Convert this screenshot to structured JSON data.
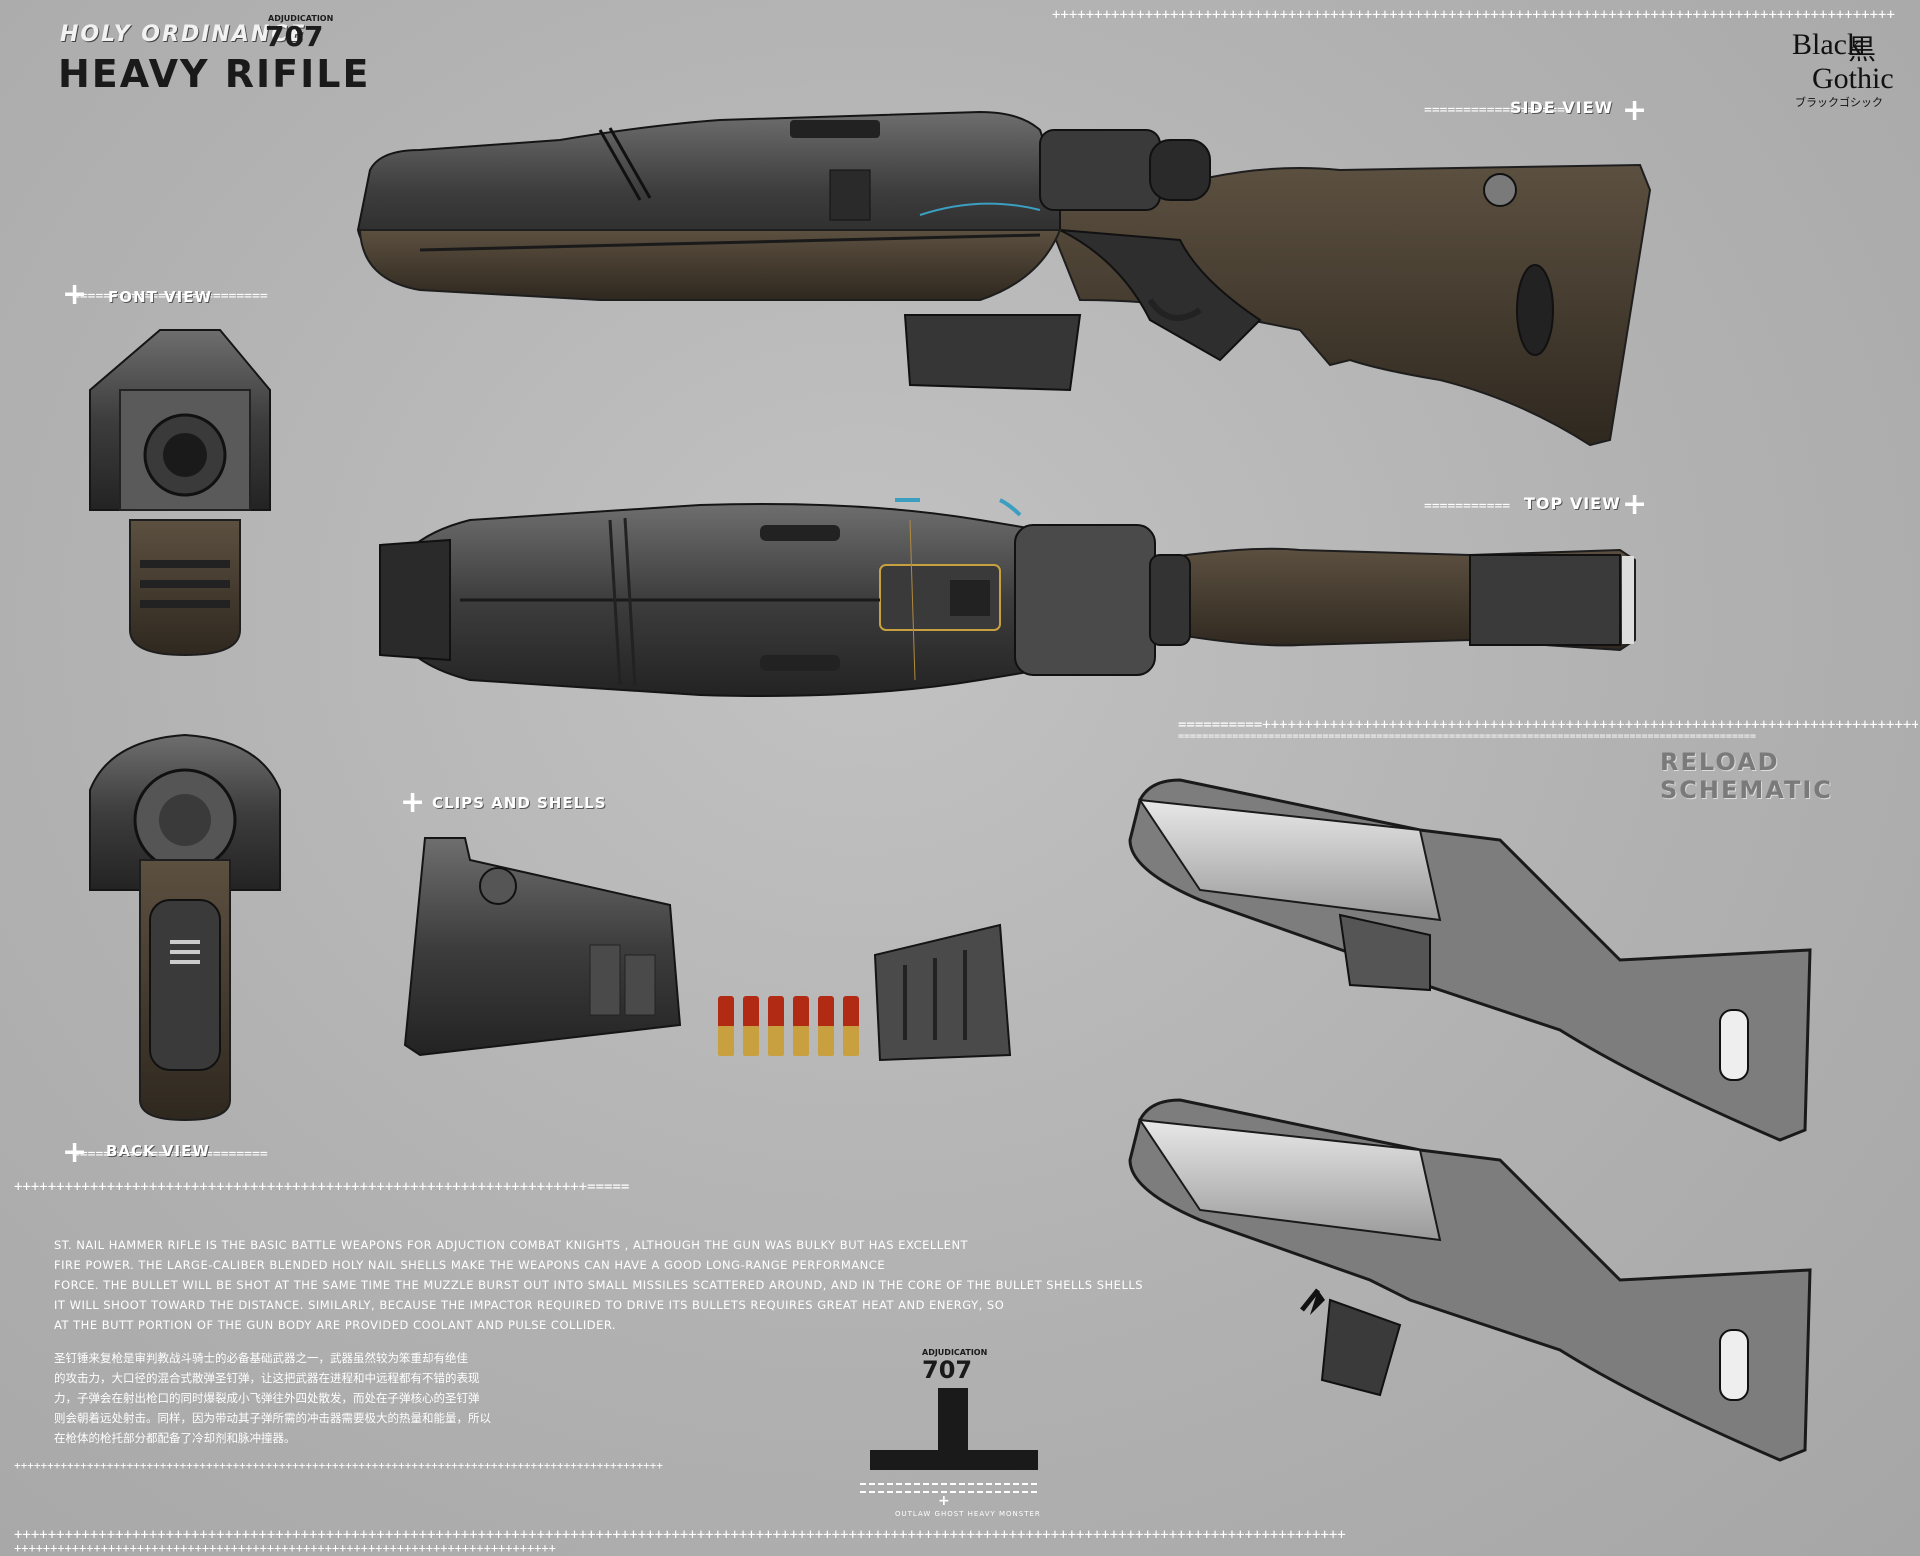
{
  "header": {
    "supertitle": "HOLY ORDINANCE",
    "number": "707",
    "tiny_label": "ADJUDICATION",
    "title": "HEAVY RIFILE"
  },
  "brand": {
    "line1": "Black",
    "kanji": "黒",
    "line2": "Gothic",
    "katakana": "ブラックゴシック"
  },
  "views": {
    "side": "SIDE VIEW",
    "top": "TOP VIEW",
    "front": "FONT VIEW",
    "back": "BACK VIEW",
    "clips": "CLIPS AND SHELLS",
    "reload": "RELOAD SCHEMATIC"
  },
  "description_en": [
    "ST. NAIL HAMMER  RIFLE IS THE  BASIC BATTLE WEAPONS FOR ADJUCTION COMBAT KNIGHTS  , ALTHOUGH THE GUN WAS BULKY BUT HAS EXCELLENT",
    "FIRE POWER. THE LARGE-CALIBER BLENDED HOLY NAIL SHELLS MAKE THE WEAPONS CAN HAVE A GOOD LONG-RANGE PERFORMANCE",
    "FORCE. THE BULLET WILL BE SHOT AT THE SAME TIME THE MUZZLE BURST OUT INTO SMALL MISSILES SCATTERED AROUND, AND IN THE CORE OF THE BULLET SHELLS SHELLS",
    "IT WILL SHOOT TOWARD THE DISTANCE. SIMILARLY, BECAUSE THE IMPACTOR REQUIRED TO DRIVE ITS BULLETS REQUIRES GREAT HEAT AND ENERGY, SO",
    "AT THE BUTT PORTION OF THE GUN BODY ARE PROVIDED COOLANT AND PULSE COLLIDER."
  ],
  "description_zh": [
    "圣钉锤来复枪是审判教战斗骑士的必备基础武器之一，武器虽然较为笨重却有绝佳",
    "的攻击力，大口径的混合式散弹圣钉弹，让这把武器在进程和中远程都有不错的表现",
    "力，子弹会在射出枪口的同时爆裂成小飞弹往外四处散发，而处在子弹核心的圣钉弹",
    "则会朝着远处射击。同样，因为带动其子弹所需的冲击器需要极大的热量和能量，所以",
    "在枪体的枪托部分都配备了冷却剂和脉冲撞器。"
  ],
  "logo": {
    "tiny_label": "ADJUDICATION",
    "number": "707",
    "subtitle": "OUTLAW GHOST  HEAVY MONSTER"
  },
  "colors": {
    "background": "#b4b4b4",
    "metal_dark": "#3e3e3e",
    "stock_brown": "#4a3f33",
    "shell_red": "#b02a14",
    "shell_brass": "#c9a040",
    "schematic_grey": "#7d7d7d"
  }
}
